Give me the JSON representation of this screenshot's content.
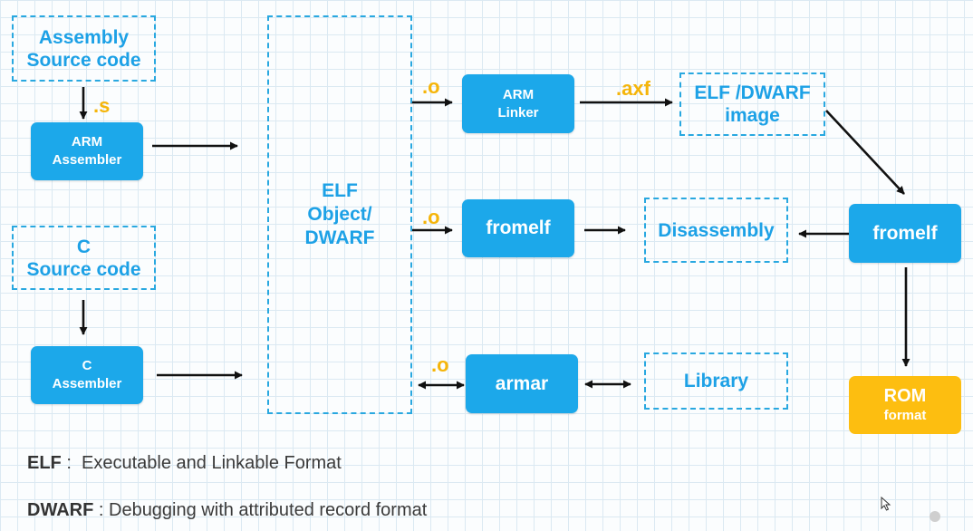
{
  "nodes": {
    "assembly_source": "Assembly\nSource code",
    "c_source": "C\nSource code",
    "arm_assembler": "ARM\nAssembler",
    "c_assembler": "C\nAssembler",
    "elf_object": "ELF\nObject/\nDWARF",
    "arm_linker": "ARM\nLinker",
    "fromelf_middle": "fromelf",
    "armar": "armar",
    "elf_image": "ELF /DWARF\nimage",
    "disassembly": "Disassembly",
    "library": "Library",
    "fromelf_right": "fromelf",
    "rom_line1": "ROM",
    "rom_line2": "format"
  },
  "edge_labels": {
    "s": ".s",
    "o_linker": ".o",
    "o_fromelf": ".o",
    "o_armar": ".o",
    "axf": ".axf"
  },
  "legend": {
    "elf_term": "ELF",
    "elf_def": " :  Executable and Linkable Format",
    "dwarf_term": "DWARF",
    "dwarf_def": " : Debugging with attributed record format"
  },
  "colors": {
    "box_blue": "#1ca8ea",
    "dashed_blue": "#29a8e0",
    "label_orange": "#f5b50a",
    "rom_yellow": "#fdbe10"
  }
}
